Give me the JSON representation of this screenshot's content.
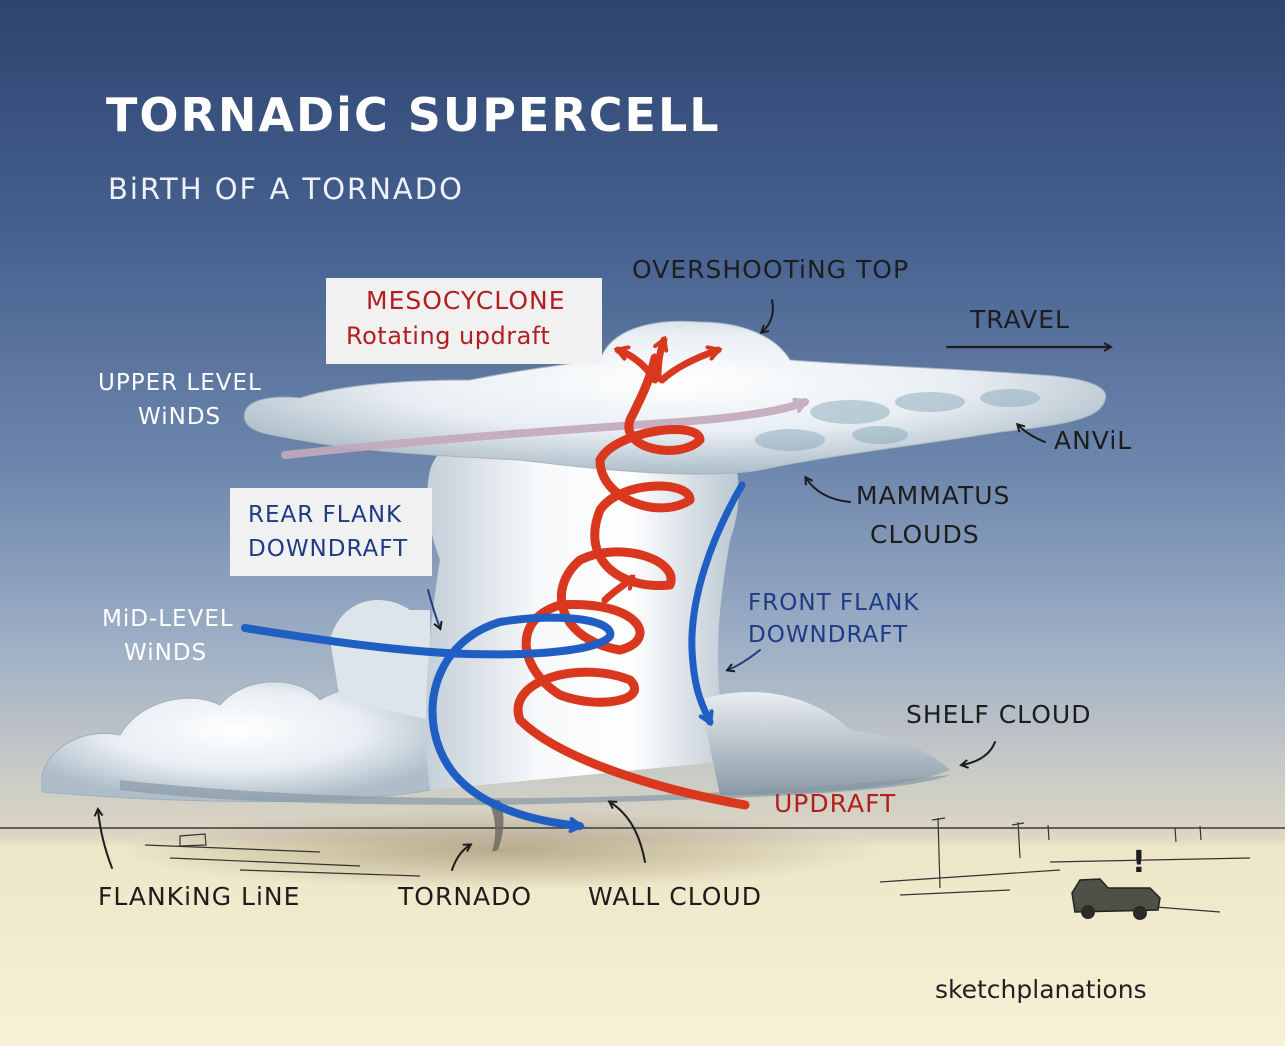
{
  "title": "TORNADiC SUPERCELL",
  "subtitle": "BiRTH OF A TORNADO",
  "labels": {
    "mesocyclone": "MESOCYCLONE",
    "rotating_updraft": "Rotating updraft",
    "overshooting_top": "OVERSHOOTiNG TOP",
    "travel": "TRAVEL",
    "upper_level_winds_1": "UPPER LEVEL",
    "upper_level_winds_2": "WiNDS",
    "anvil": "ANViL",
    "mammatus_1": "MAMMATUS",
    "mammatus_2": "CLOUDS",
    "rear_flank_1": "REAR FLANK",
    "rear_flank_2": "DOWNDRAFT",
    "mid_level_winds_1": "MiD-LEVEL",
    "mid_level_winds_2": "WiNDS",
    "front_flank_1": "FRONT FLANK",
    "front_flank_2": "DOWNDRAFT",
    "shelf_cloud": "SHELF CLOUD",
    "updraft": "UPDRAFT",
    "flanking_line": "FLANKiNG LiNE",
    "tornado": "TORNADO",
    "wall_cloud": "WALL CLOUD",
    "exclamation": "!"
  },
  "credit": "sketchplanations",
  "colors": {
    "updraft_red": "#d9381e",
    "downdraft_blue": "#1f5fc4",
    "upper_winds": "#c3a9bd",
    "label_blue": "#1f3b86",
    "label_red": "#b31e1e"
  }
}
